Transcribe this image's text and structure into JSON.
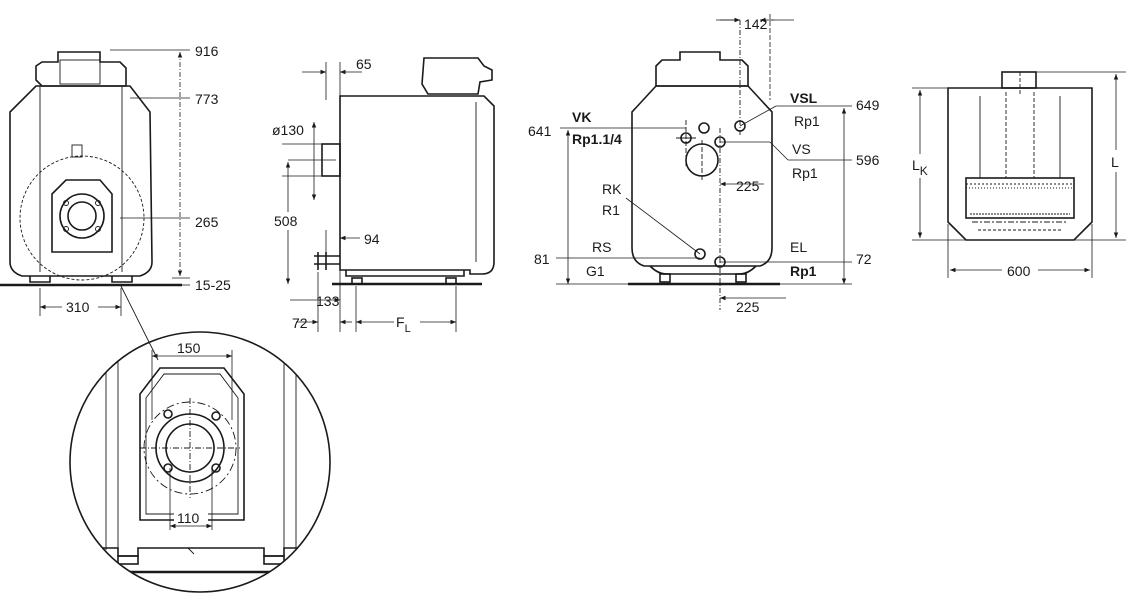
{
  "labels": {
    "d916": "916",
    "d773": "773",
    "d265": "265",
    "d1525": "15-25",
    "d310": "310",
    "d65": "65",
    "d130": "ø130",
    "d508": "508",
    "d94": "94",
    "d133": "133",
    "d72a": "72",
    "fl_main": "F",
    "fl_sub": "L",
    "d142": "142",
    "vk": "VK",
    "vk_size": "Rp1.1/4",
    "d641": "641",
    "vsl": "VSL",
    "vsl_size": "Rp1",
    "d649": "649",
    "vs": "VS",
    "vs_size": "Rp1",
    "d596": "596",
    "d225a": "225",
    "rk": "RK",
    "rk_size": "R1",
    "d81": "81",
    "rs": "RS",
    "rs_size": "G1",
    "el": "EL",
    "el_size": "Rp1",
    "d72b": "72",
    "d225b": "225",
    "lk_main": "L",
    "lk_sub": "K",
    "l": "L",
    "d600": "600",
    "d150": "150",
    "d110": "110"
  }
}
